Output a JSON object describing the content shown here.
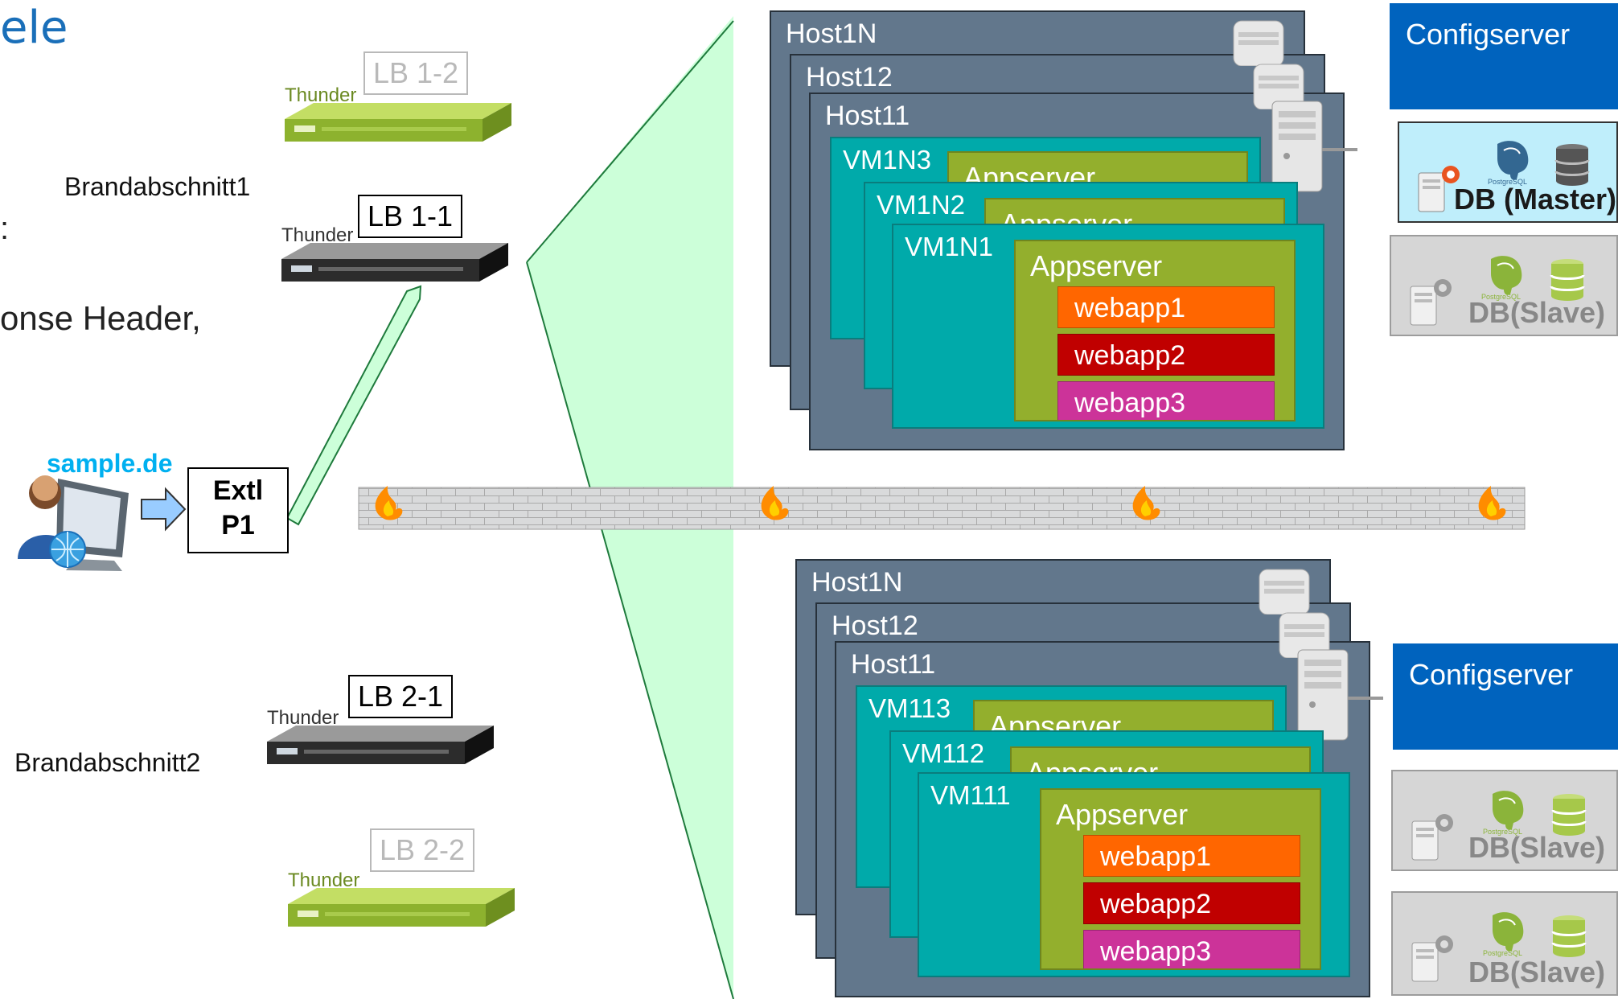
{
  "title_fragment": "ele",
  "text_fragments": {
    "colon": ":",
    "response_header": "onse Header,"
  },
  "zones": {
    "zone1": "Brandabschnitt1",
    "zone2": "Brandabschnitt2"
  },
  "load_balancers": [
    {
      "label": "LB 1-2",
      "brand": "Thunder",
      "state": "standby"
    },
    {
      "label": "LB 1-1",
      "brand": "Thunder",
      "state": "active"
    },
    {
      "label": "LB 2-1",
      "brand": "Thunder",
      "state": "active"
    },
    {
      "label": "LB 2-2",
      "brand": "Thunder",
      "state": "standby"
    }
  ],
  "client": {
    "domain": "sample.de",
    "ext_ip_line1": "Extl",
    "ext_ip_line2": "P1"
  },
  "cluster_top": {
    "hosts": [
      "Host1N",
      "Host12",
      "Host11"
    ],
    "vms": [
      "VM1N3",
      "VM1N2",
      "VM1N1"
    ],
    "appserver": "Appserver",
    "webapps": [
      "webapp1",
      "webapp2",
      "webapp3"
    ]
  },
  "cluster_bottom": {
    "hosts": [
      "Host1N",
      "Host12",
      "Host11"
    ],
    "vms": [
      "VM113",
      "VM112",
      "VM111"
    ],
    "appserver": "Appserver",
    "webapps": [
      "webapp1",
      "webapp2",
      "webapp3"
    ]
  },
  "side_top": {
    "config": "Configserver",
    "db_master": "DB (Master)",
    "db_slave": "DB(Slave)"
  },
  "side_bottom": {
    "config": "Configserver",
    "db_slave_1": "DB(Slave)",
    "db_slave_2": "DB(Slave)"
  },
  "db_logo_text": "PostgreSQL",
  "colors": {
    "host": "#62778c",
    "vm": "#00aaaa",
    "appserver": "#93af2d",
    "webapp1": "#ff6600",
    "webapp2": "#c00000",
    "webapp3": "#cc3399",
    "config": "#0063be",
    "db_master": "#bfeefb",
    "db_slave": "#d6d6d6",
    "funnel": "#ccffd9"
  }
}
